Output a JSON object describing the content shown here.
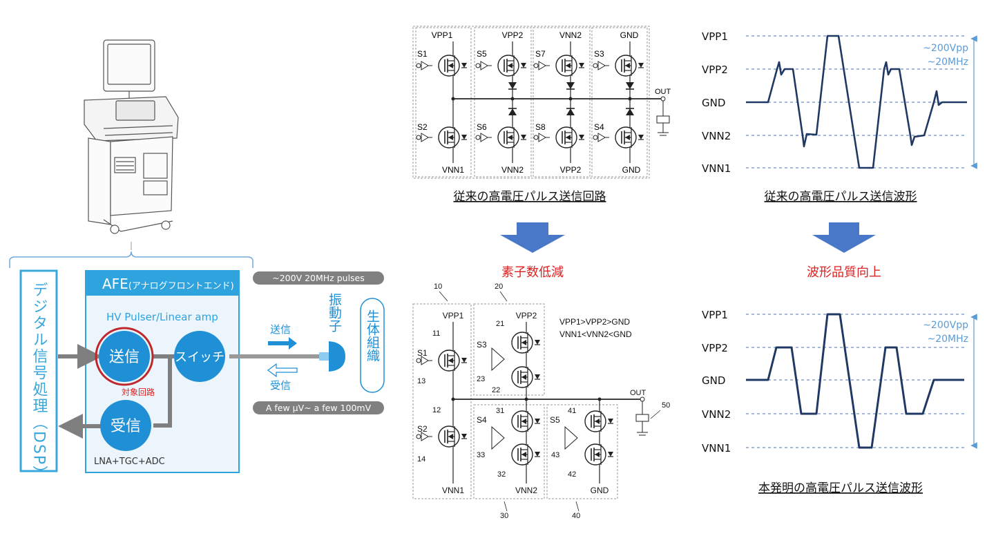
{
  "colors": {
    "dsp_border": "#3aa7dc",
    "afe_header": "#2ea3de",
    "afe_bg": "#ebf5fb",
    "circle_blue": "#1f8fd6",
    "target_ring": "#c0272d",
    "arrow_blue": "#4a78c8",
    "arrow_gray": "#7f7f7f",
    "pill_gray": "#808080",
    "red_label": "#e02020",
    "wave_navy": "#1f3864",
    "wave_dashes": "#4a72b0",
    "range_arrow": "#5b9bd5",
    "range_text": "#5b9bd5"
  },
  "system": {
    "dsp_label": "デジタル信号処理（DSP）",
    "afe_title": "AFE",
    "afe_title_sub": "(アナログフロントエンド)",
    "hv_label": "HV Pulser/Linear amp",
    "tx_label": "送信",
    "rx_label": "受信",
    "switch_label": "スイッチ",
    "target_label": "対象回路",
    "lna_label": "LNA+TGC+ADC",
    "pulse_pill": "~200V 20MHz pulses",
    "rx_pill": "A few μV~ a few 100mV",
    "send_arrow_label": "送信",
    "recv_arrow_label": "受信",
    "transducer_label": "振動子",
    "tissue_label": "生体組織"
  },
  "conv_circuit": {
    "caption": "従来の高電圧パルス送信回路",
    "top_rails": [
      "VPP1",
      "VPP2",
      "VNN2",
      "GND"
    ],
    "bottom_rails": [
      "VNN1",
      "VNN2",
      "VPP2",
      "GND"
    ],
    "top_switches": [
      "S1",
      "S5",
      "S7",
      "S3"
    ],
    "bottom_switches": [
      "S2",
      "S6",
      "S8",
      "S4"
    ],
    "out_label": "OUT"
  },
  "new_circuit": {
    "reduce_label": "素子数低減",
    "relation_1": "VPP1>VPP2>GND",
    "relation_2": "VNN1<VNN2<GND",
    "rails": {
      "vpp1": "VPP1",
      "vpp2": "VPP2",
      "vnn1": "VNN1",
      "vnn2": "VNN2",
      "gnd": "GND"
    },
    "switches": [
      "S1",
      "S2",
      "S3",
      "S4",
      "S5"
    ],
    "out_label": "OUT",
    "refs": [
      "10",
      "11",
      "12",
      "13",
      "14",
      "20",
      "21",
      "22",
      "23",
      "30",
      "31",
      "32",
      "33",
      "40",
      "41",
      "42",
      "43",
      "50"
    ]
  },
  "wave_conventional": {
    "caption": "従来の高電圧パルス送信波形",
    "levels": [
      "VPP1",
      "VPP2",
      "GND",
      "VNN2",
      "VNN1"
    ],
    "range_line1": "~200Vpp",
    "range_line2": "~20MHz"
  },
  "wave_new": {
    "caption": "本発明の高電圧パルス送信波形",
    "quality_label": "波形品質向上",
    "levels": [
      "VPP1",
      "VPP2",
      "GND",
      "VNN2",
      "VNN1"
    ],
    "range_line1": "~200Vpp",
    "range_line2": "~20MHz"
  }
}
